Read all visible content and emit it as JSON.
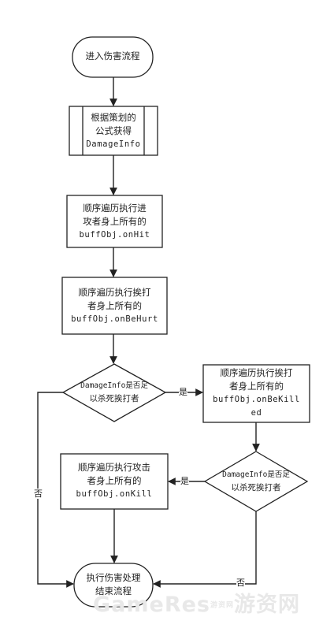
{
  "nodes": {
    "start": {
      "text": "进入伤害流程"
    },
    "get_damage_info": {
      "lines": [
        "根据策划的",
        "公式获得",
        "DamageInfo"
      ]
    },
    "attacker_onhit": {
      "lines": [
        "顺序遍历执行进",
        "攻者身上所有的",
        "buffObj.onHit"
      ]
    },
    "target_onbehurt": {
      "lines": [
        "顺序遍历执行挨打",
        "者身上所有的",
        "buffObj.onBeHurt"
      ]
    },
    "decision_kill_1": {
      "lines": [
        "DamageInfo是否足",
        "以杀死挨打者"
      ]
    },
    "target_onbekilled": {
      "lines": [
        "顺序遍历执行挨打",
        "者身上所有的",
        "buffObj.onBeKill",
        "ed"
      ]
    },
    "decision_kill_2": {
      "lines": [
        "DamageInfo是否足",
        "以杀死挨打者"
      ]
    },
    "attacker_onkill": {
      "lines": [
        "顺序遍历执行攻击",
        "者身上所有的",
        "buffObj.onKill"
      ]
    },
    "end": {
      "lines": [
        "执行伤害处理",
        "结束流程"
      ]
    }
  },
  "edges": {
    "yes_1": "是",
    "yes_2": "是",
    "no_1": "否",
    "no_2": "否"
  },
  "watermark": {
    "main": "GameRes",
    "small": "游资网",
    "cn": "游资网"
  },
  "colors": {
    "stroke": "#222222",
    "fill": "#ffffff",
    "watermark": "#e8e8e8"
  }
}
